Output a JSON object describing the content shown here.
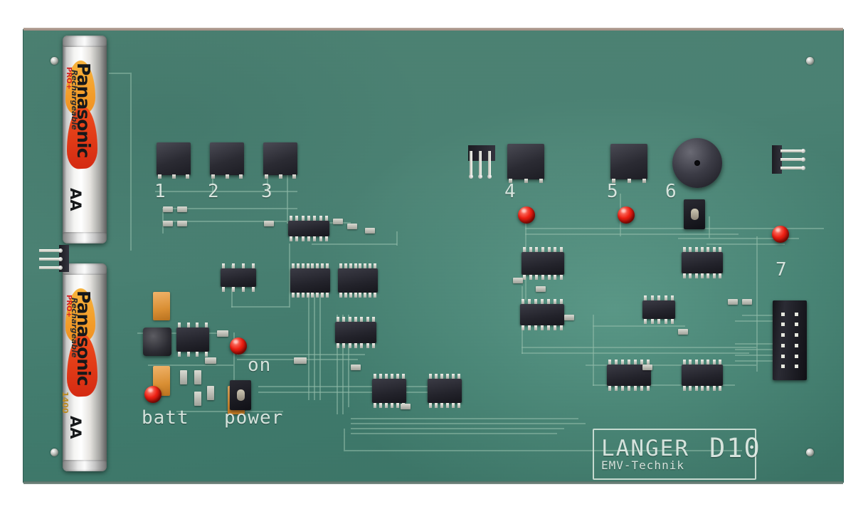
{
  "scene": {
    "subject": "printed-circuit-board-photograph",
    "background_color": "#ffffff",
    "board_color": "#4d8273"
  },
  "board": {
    "silkscreen_logo": {
      "brand": "LANGER",
      "model": "D10",
      "subtitle": "EMV-Technik"
    },
    "numbered_labels": [
      "1",
      "2",
      "3",
      "4",
      "5",
      "6",
      "7"
    ],
    "function_labels": {
      "battery": "batt",
      "power_on": "on",
      "power_switch": "power"
    }
  },
  "batteries": [
    {
      "brand": "Panasonic",
      "type": "Rechargeable",
      "series": "PRO+",
      "size": "AA",
      "capacity": ""
    },
    {
      "brand": "Panasonic",
      "type": "Rechargeable",
      "series": "PRO+",
      "size": "AA",
      "capacity": "1400"
    }
  ],
  "components": {
    "leds": {
      "count": 5,
      "color": "#ee2013",
      "names": [
        "batt-led",
        "on-led",
        "led-4",
        "led-5",
        "led-7"
      ]
    },
    "buzzer": {
      "name": "buzzer",
      "color": "#3c3c46"
    },
    "headers": [
      {
        "name": "header-left-3pin",
        "pins": 3
      },
      {
        "name": "header-mid-3pin",
        "pins": 3
      },
      {
        "name": "header-right-3pin",
        "pins": 3
      },
      {
        "name": "idc-connector",
        "pins": 12,
        "rows": 2
      }
    ],
    "mounting_holes": 4,
    "switches": [
      {
        "name": "power-switch"
      },
      {
        "name": "mode-switch"
      }
    ]
  }
}
